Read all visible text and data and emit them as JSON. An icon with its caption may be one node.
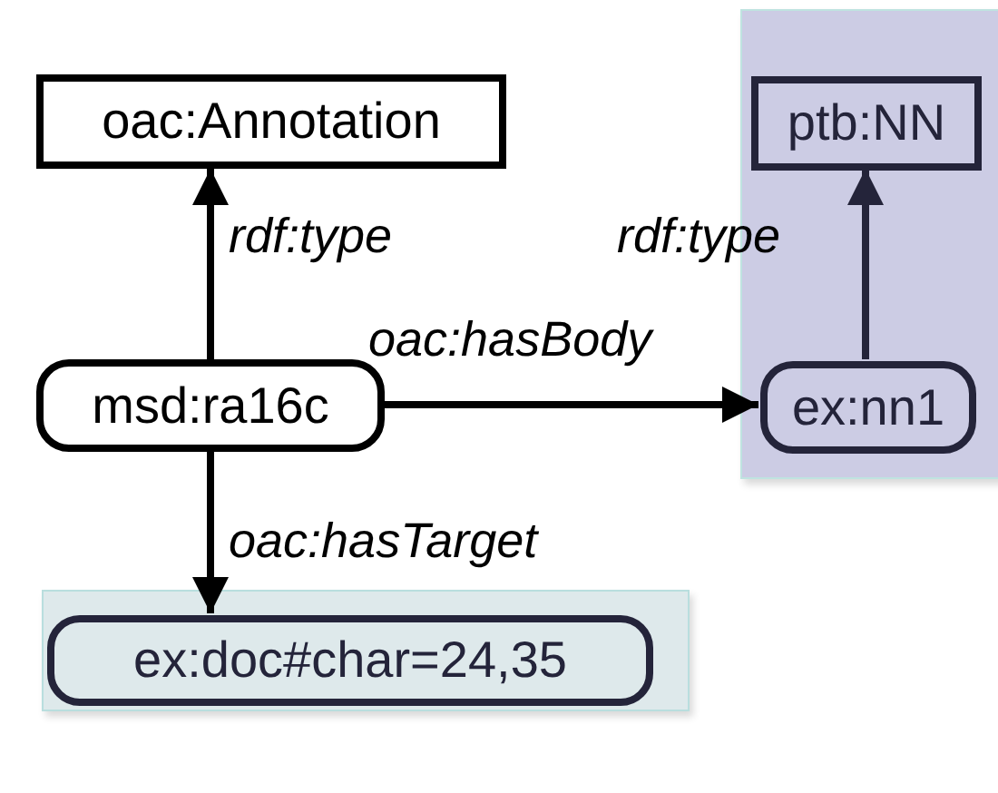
{
  "diagram": {
    "nodes": [
      {
        "text": [
          "oac:Annotation"
        ]
      },
      {
        "text": [],
        "shape": "box"
      },
      {
        "text": [
          "ptb:NN"
        ],
        "in": 1
      },
      {
        "text": [
          "msd:ra16c"
        ]
      },
      {
        "text": [
          "ex:nn1"
        ],
        "in": 1
      },
      {
        "text": [],
        "shape": "box"
      },
      {
        "text": [
          "ex:doc#char=24,35"
        ],
        "in": 5
      }
    ],
    "edges": [
      {
        "from": 3,
        "to": 0,
        "arrow": "to",
        "label": "rdf:type"
      },
      {
        "from": 4,
        "to": 2,
        "arrow": "to",
        "label": "rdf:type"
      },
      {
        "from": 3,
        "to": 4,
        "arrow": "to",
        "label": "oac:hasBody"
      },
      {
        "from": 3,
        "to": 6,
        "arrow": "to",
        "label": "oac:hasTarget"
      }
    ]
  }
}
